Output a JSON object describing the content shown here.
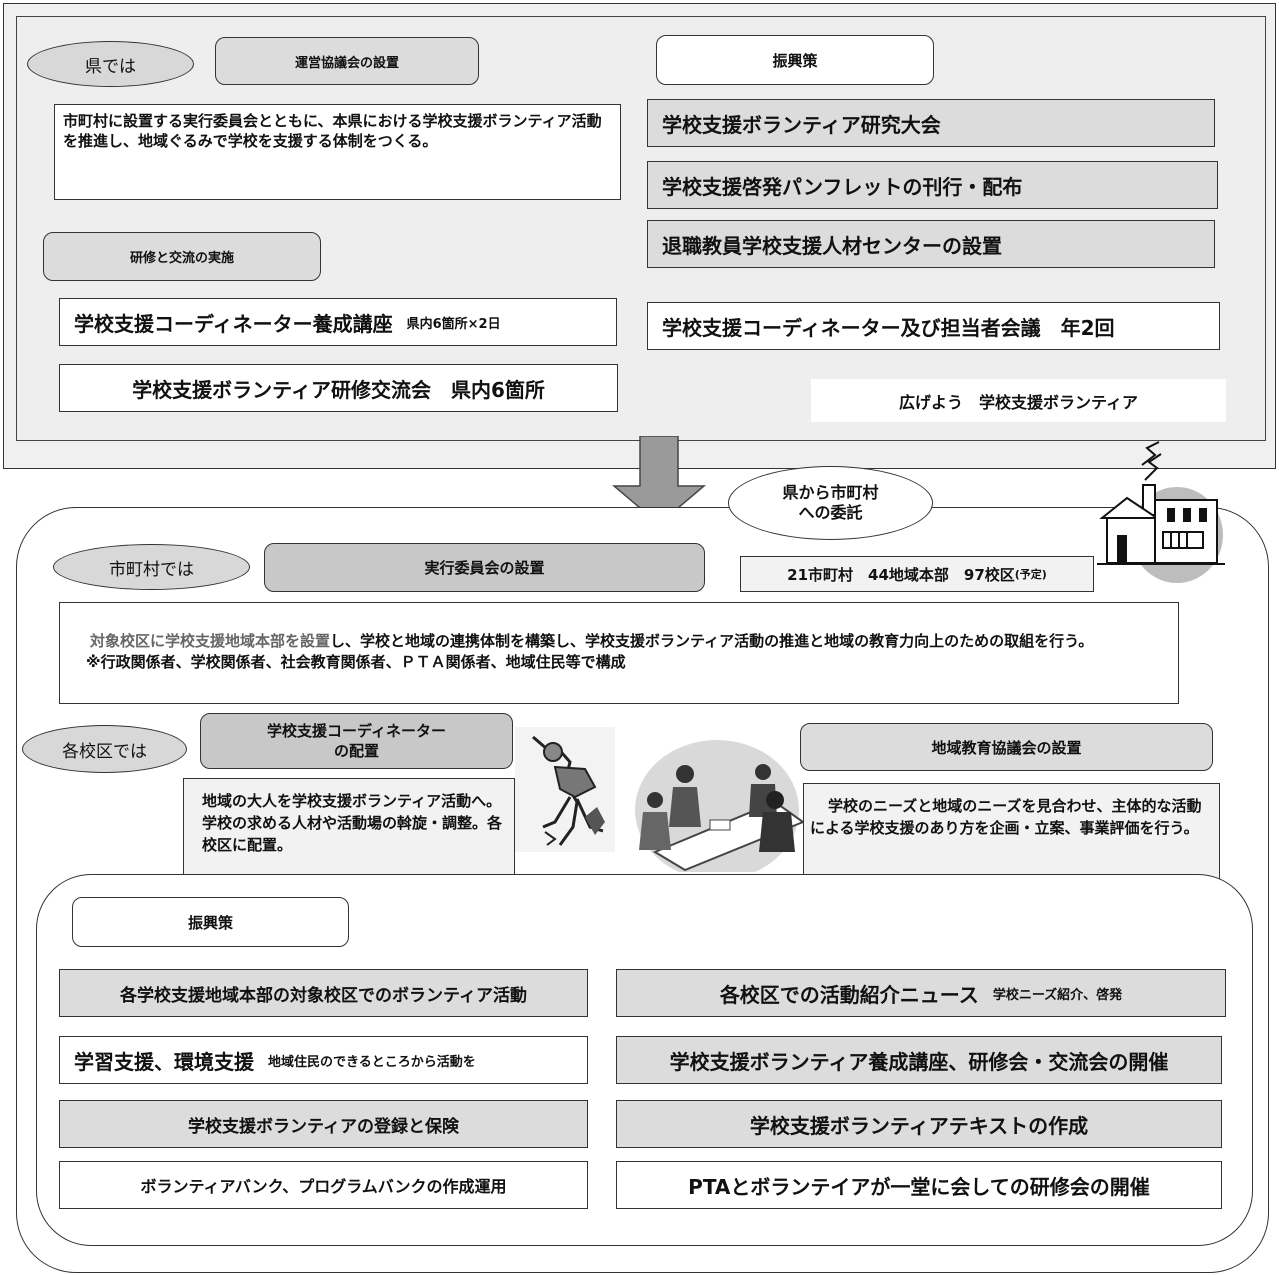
{
  "prefecture": {
    "label": "県では",
    "council_title": "運営協議会の設置",
    "council_desc": "市町村に設置する実行委員会とともに、本県における学校支援ボランティア活動を推進し、地域ぐるみで学校を支援する体制をつくる。",
    "training_title": "研修と交流の実施",
    "training_items": [
      {
        "main": "学校支援コーディネーター養成講座",
        "note": "県内6箇所×2日"
      },
      {
        "main": "学校支援ボランティア研修交流会　県内6箇所",
        "note": ""
      }
    ],
    "promo_title": "振興策",
    "promo_items": [
      "学校支援ボランティア研究大会",
      "学校支援啓発パンフレットの刊行・配布",
      "退職教員学校支援人材センターの設置",
      "学校支援コーディネーター及び担当者会議　年2回"
    ],
    "slogan": "広げよう　学校支援ボランティア"
  },
  "delegation": {
    "line1": "県から市町村",
    "line2": "への委託"
  },
  "municipality": {
    "label": "市町村では",
    "committee_title": "実行委員会の設置",
    "stats_main": "21市町村　44地域本部　97校区",
    "stats_note": "(予定)",
    "desc_highlight": "対象校区に学校支援地域本部を設置",
    "desc_rest": "し、学校と地域の連携体制を構築し、学校支援ボランティア活動の推進と地域の教育力向上のための取組を行う。",
    "desc_note": "※行政関係者、学校関係者、社会教育関係者、ＰＴＡ関係者、地域住民等で構成"
  },
  "school_district": {
    "label": "各校区では",
    "coordinator_title_1": "学校支援コーディネーター",
    "coordinator_title_2": "の配置",
    "coordinator_desc": "地域の大人を学校支援ボランティア活動へ。学校の求める人材や活動場の斡旋・調整。各校区に配置。",
    "council_title": "地域教育協議会の設置",
    "council_desc": "学校のニーズと地域のニーズを見合わせ、主体的な活動による学校支援のあり方を企画・立案、事業評価を行う。"
  },
  "local_promo": {
    "title": "振興策",
    "left": [
      {
        "main": "各学校支援地域本部の対象校区でのボランティア活動",
        "note": ""
      },
      {
        "main": "学習支援、環境支援",
        "note": "地域住民のできるところから活動を"
      },
      {
        "main": "学校支援ボランティアの登録と保険",
        "note": ""
      },
      {
        "main": "ボランティアバンク、プログラムバンクの作成運用",
        "note": ""
      }
    ],
    "right": [
      {
        "main": "各校区での活動紹介ニュース",
        "note": "学校ニーズ紹介、啓発"
      },
      {
        "main": "学校支援ボランティア養成講座、研修会・交流会の開催",
        "note": ""
      },
      {
        "main": "学校支援ボランティアテキストの作成",
        "note": ""
      },
      {
        "main": "PTAとボランテイアが一堂に会しての研修会の開催",
        "note": ""
      }
    ]
  },
  "icons": [
    "school-building-icon",
    "climbing-person-illustration",
    "meeting-people-illustration",
    "down-arrow-icon"
  ]
}
